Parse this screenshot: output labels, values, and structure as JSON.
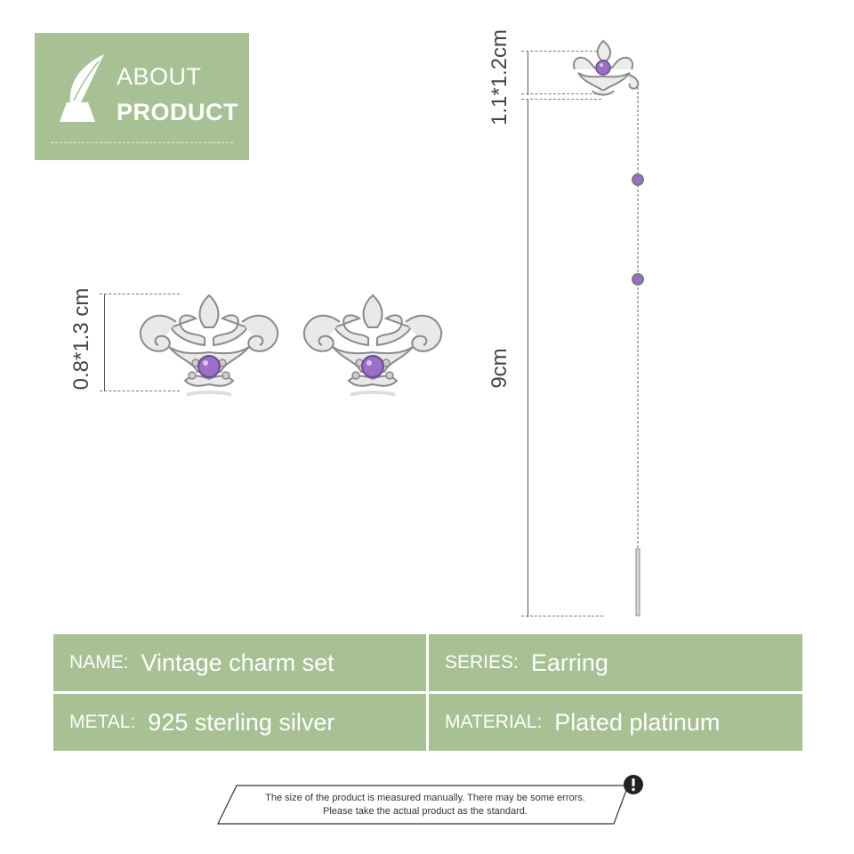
{
  "header": {
    "line1": "ABOUT",
    "line2": "PRODUCT",
    "icon": "quill-inkwell-icon"
  },
  "dimensions": {
    "stud": "0.8*1.3 cm",
    "cuff": "1.1*1.2cm",
    "chain": "9cm"
  },
  "info": {
    "name_label": "NAME:",
    "name_value": "Vintage charm set",
    "series_label": "SERIES:",
    "series_value": "Earring",
    "metal_label": "METAL:",
    "metal_value": "925 sterling silver",
    "material_label": "MATERIAL:",
    "material_value": "Plated platinum"
  },
  "note": {
    "line1": "The size of the product is measured manually. There may be some errors.",
    "line2": "Please take the actual product as the standard.",
    "icon": "exclamation-icon"
  },
  "colors": {
    "accent": "#a7c094",
    "gem": "#9b6fc7",
    "silver": "#c9c9c9"
  }
}
